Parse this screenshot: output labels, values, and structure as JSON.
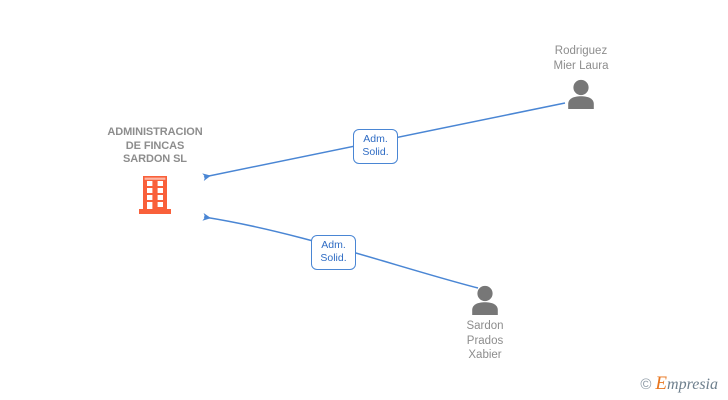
{
  "diagram": {
    "company": {
      "name": "ADMINISTRACION\nDE FINCAS\nSARDON SL",
      "icon": "building-icon"
    },
    "people": [
      {
        "name": "Rodriguez\nMier Laura",
        "icon": "person-icon",
        "relation": "Adm.\nSolid."
      },
      {
        "name": "Sardon\nPrados\nXabier",
        "icon": "person-icon",
        "relation": "Adm.\nSolid."
      }
    ],
    "colors": {
      "company_icon": "#f9603a",
      "person_icon": "#777777",
      "edge": "#4a86d4",
      "label_border": "#4a86d4",
      "label_text": "#2f6cc4",
      "node_text": "#8d8d8d"
    }
  },
  "watermark": {
    "copyright": "©",
    "brand_initial": "E",
    "brand_rest": "mpresia"
  }
}
